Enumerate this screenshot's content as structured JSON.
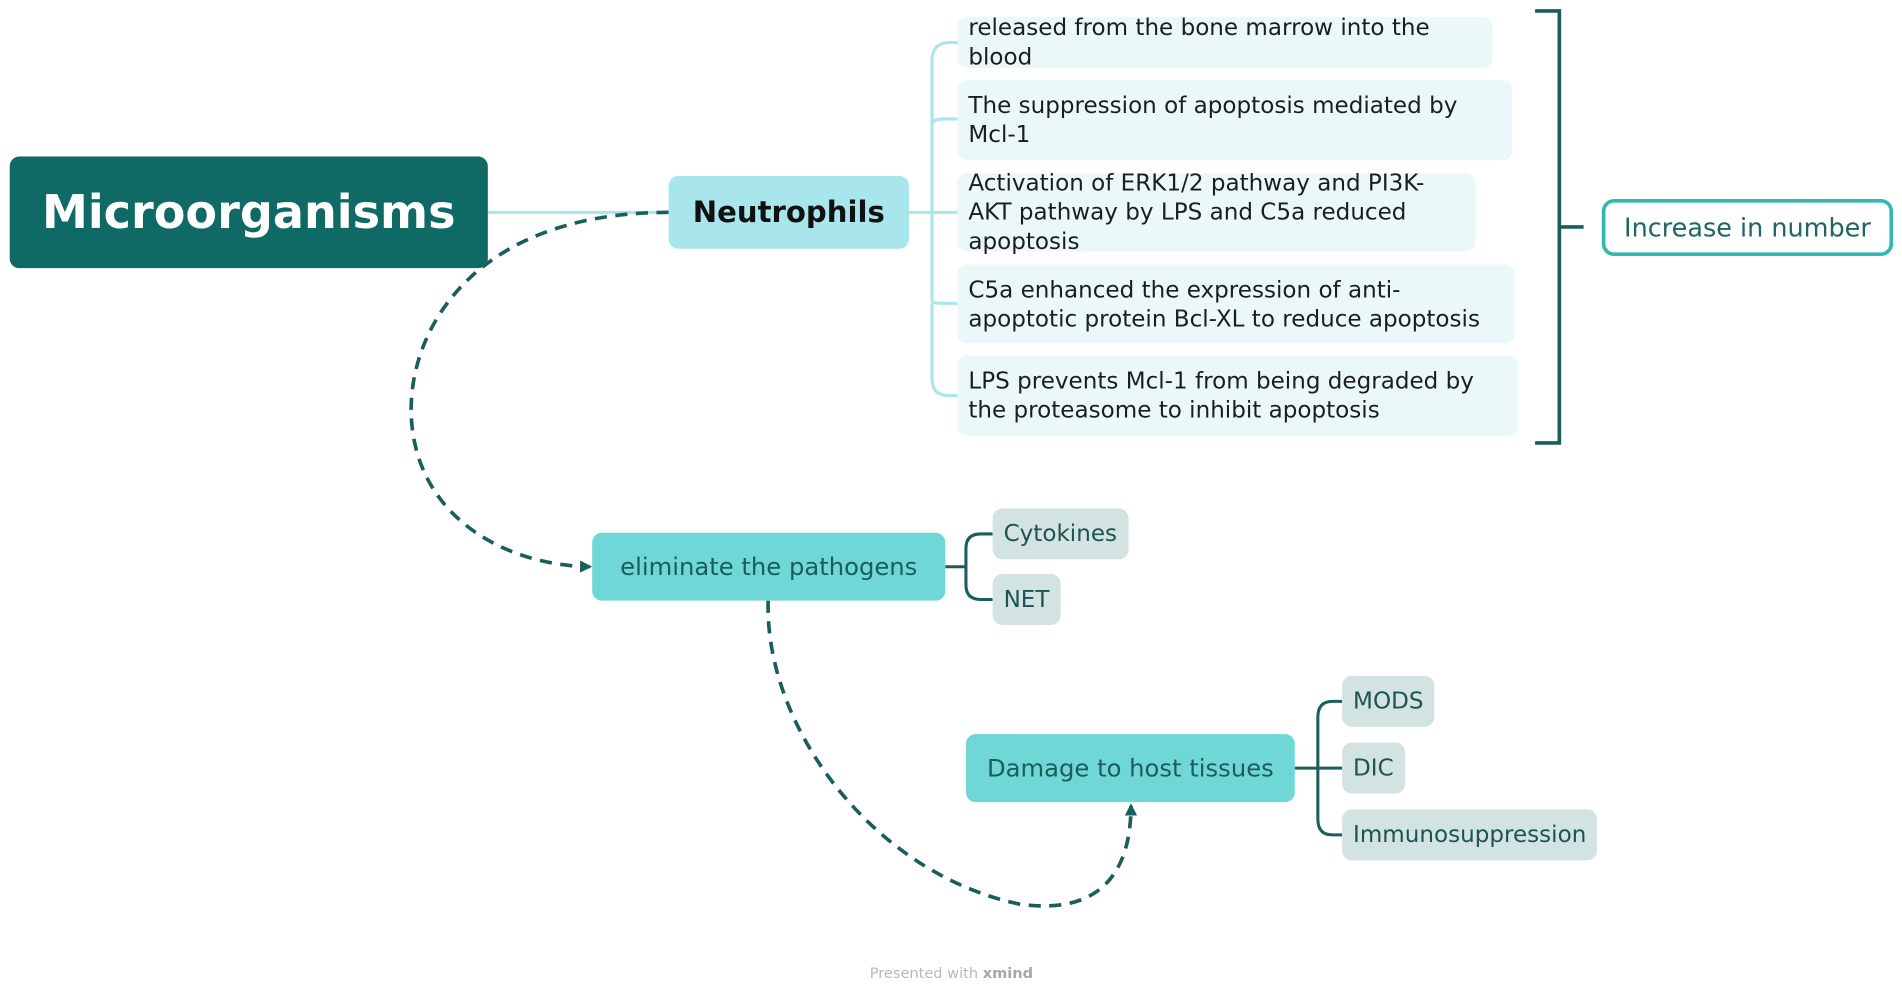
{
  "root": {
    "label": "Microorganisms"
  },
  "neutrophils": {
    "label": "Neutrophils"
  },
  "mechanisms": [
    "released from the bone marrow into the blood",
    "The suppression of apoptosis mediated by Mcl-1",
    "Activation of ERK1/2 pathway and PI3K-AKT pathway by LPS and C5a reduced apoptosis",
    "C5a enhanced the expression of anti-apoptotic protein Bcl-XL to reduce apoptosis",
    "LPS prevents Mcl-1 from being degraded by the proteasome to inhibit apoptosis"
  ],
  "summary": {
    "label": "Increase in number"
  },
  "eliminate": {
    "label": "eliminate the pathogens",
    "children": [
      "Cytokines",
      "NET"
    ]
  },
  "damage": {
    "label": "Damage to host tissues",
    "children": [
      "MODS",
      "DIC",
      "Immunosuppression"
    ]
  },
  "footer": {
    "prefix": "Presented with",
    "brand": "xmind"
  },
  "colors": {
    "root_fill": "#0f6a66",
    "neutrophils_fill": "#a8e6ec",
    "leaf_fill": "#eaf8f9",
    "connector_light": "#a8e6ec",
    "connector_dark": "#1a5e5b",
    "mid_fill": "#6fd7d5",
    "chip_fill": "#d3e3e2",
    "outline": "#32b8b0"
  }
}
